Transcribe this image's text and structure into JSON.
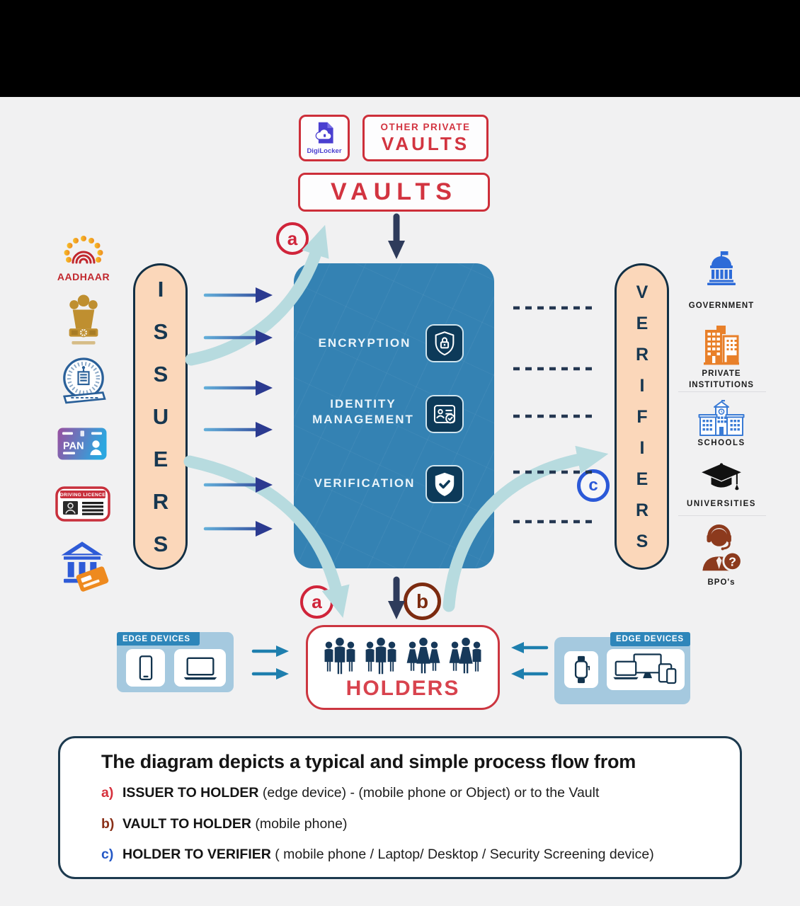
{
  "top": {
    "digilocker_label": "DigiLocker",
    "other_private_vaults_line1": "OTHER PRIVATE",
    "other_private_vaults_line2": "VAULTS",
    "vaults_label": "VAULTS"
  },
  "issuers": {
    "label": "ISSUERS",
    "aadhaar_label": "AADHAAR",
    "pan_label": "PAN",
    "driving_licence_label": "DRIVING LICENCE",
    "icons": [
      "aadhaar-logo",
      "national-emblem",
      "cbse-seal",
      "pan-card",
      "driving-licence-card",
      "bank"
    ]
  },
  "verifiers": {
    "label": "VERIFIERS",
    "items": [
      {
        "icon": "government-building",
        "label": "GOVERNMENT"
      },
      {
        "icon": "private-institution-buildings",
        "label": "PRIVATE INSTITUTIONS"
      },
      {
        "icon": "school-building",
        "label": "SCHOOLS"
      },
      {
        "icon": "graduation-cap",
        "label": "UNIVERSITIES"
      },
      {
        "icon": "support-agent",
        "label": "BPO's"
      }
    ]
  },
  "core": {
    "functions": [
      {
        "icon": "shield-lock",
        "label": "ENCRYPTION"
      },
      {
        "icon": "id-card-check",
        "label": "IDENTITY MANAGEMENT"
      },
      {
        "icon": "shield-check",
        "label": "VERIFICATION"
      }
    ]
  },
  "flow_markers": {
    "a_top": "a",
    "a_bottom": "a",
    "b": "b",
    "c": "c"
  },
  "holders": {
    "label": "HOLDERS"
  },
  "edge_devices_left": {
    "label": "EDGE DEVICES",
    "icons": [
      "smartphone",
      "laptop"
    ]
  },
  "edge_devices_right": {
    "label": "EDGE DEVICES",
    "icons": [
      "smartwatch",
      "multi-device"
    ]
  },
  "legend": {
    "title": "The diagram depicts a typical and simple process flow from",
    "items": [
      {
        "key": "a)",
        "name": "ISSUER TO HOLDER",
        "detail": " (edge device) - (mobile phone or Object) or to the Vault"
      },
      {
        "key": "b)",
        "name": "VAULT TO HOLDER",
        "detail": " (mobile phone)"
      },
      {
        "key": "c)",
        "name": "HOLDER TO VERIFIER",
        "detail": " ( mobile phone / Laptop/ Desktop / Security Screening device)"
      }
    ]
  },
  "colors": {
    "red_accent": "#d0313e",
    "brown_accent": "#7c2b10",
    "blue_accent": "#2b59d8",
    "navy": "#17395a",
    "peach_pill": "#fbd7ba",
    "core_blue": "#3482b3",
    "pale_arrow": "#b7dbdf",
    "teal_arrow": "#1e7fae",
    "edge_panel_blue": "#a5c9df",
    "edge_tab_blue": "#2e86ba",
    "digilocker_purple": "#4a3fd0",
    "government_blue": "#2d6bd8",
    "institution_orange": "#e8802a",
    "bpo_maroon": "#8c3a1d",
    "emblem_gold": "#bf8f30"
  }
}
